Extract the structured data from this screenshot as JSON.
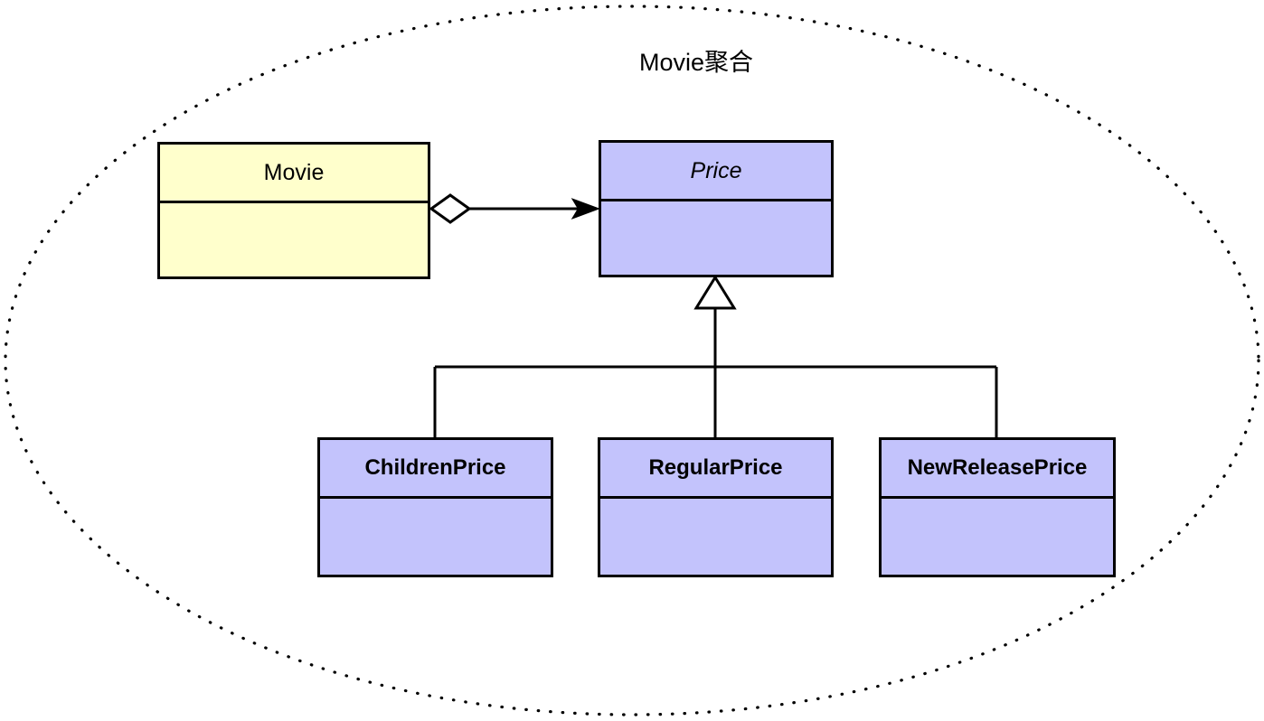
{
  "diagram": {
    "title": "Movie聚合",
    "boundary_shape": "dotted-ellipse",
    "colors": {
      "movie_fill": "#ffffcc",
      "price_fill": "#c3c3fc",
      "stroke": "#000000",
      "background": "#ffffff"
    },
    "classes": [
      {
        "id": "movie",
        "name": "Movie",
        "stereotype": "concrete",
        "fill": "#ffffcc",
        "attributes": [],
        "operations": []
      },
      {
        "id": "price",
        "name": "Price",
        "stereotype": "abstract",
        "fill": "#c3c3fc",
        "attributes": [],
        "operations": []
      },
      {
        "id": "children-price",
        "name": "ChildrenPrice",
        "stereotype": "concrete",
        "fill": "#c3c3fc",
        "attributes": [],
        "operations": []
      },
      {
        "id": "regular-price",
        "name": "RegularPrice",
        "stereotype": "concrete",
        "fill": "#c3c3fc",
        "attributes": [],
        "operations": []
      },
      {
        "id": "new-release-price",
        "name": "NewReleasePrice",
        "stereotype": "concrete",
        "fill": "#c3c3fc",
        "attributes": [],
        "operations": []
      }
    ],
    "relations": [
      {
        "id": "movie-price-aggregation",
        "type": "aggregation",
        "from": "movie",
        "to": "price",
        "source_decoration": "hollow-diamond",
        "target_decoration": "filled-arrow",
        "label": ""
      },
      {
        "id": "children-price-generalization",
        "type": "generalization",
        "from": "children-price",
        "to": "price",
        "target_decoration": "hollow-triangle",
        "label": ""
      },
      {
        "id": "regular-price-generalization",
        "type": "generalization",
        "from": "regular-price",
        "to": "price",
        "target_decoration": "hollow-triangle",
        "label": ""
      },
      {
        "id": "new-release-price-generalization",
        "type": "generalization",
        "from": "new-release-price",
        "to": "price",
        "target_decoration": "hollow-triangle",
        "label": ""
      }
    ]
  }
}
